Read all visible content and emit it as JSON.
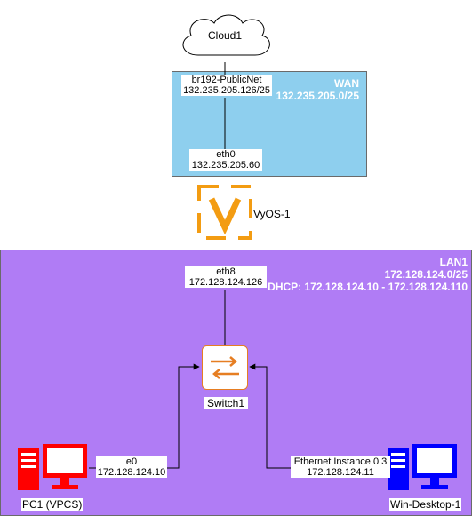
{
  "cloud": {
    "label": "Cloud1"
  },
  "wan": {
    "title": "WAN",
    "subnet": "132.235.205.0/25"
  },
  "bridge": {
    "name": "br192-PublicNet",
    "ip": "132.235.205.126/25"
  },
  "router_wan_if": {
    "name": "eth0",
    "ip": "132.235.205.60"
  },
  "router": {
    "label": "VyOS-1",
    "color": "#f39c12"
  },
  "lan": {
    "title": "LAN1",
    "subnet": "172.128.124.0/25",
    "dhcp": "DHCP: 172.128.124.10 - 172.128.124.110",
    "color": "#b07cf5"
  },
  "router_lan_if": {
    "name": "eth8",
    "ip": "172.128.124.126"
  },
  "switch": {
    "label": "Switch1"
  },
  "pc1": {
    "label": "PC1 (VPCS)",
    "if_name": "e0",
    "if_ip": "172.128.124.10",
    "color": "#ff0000"
  },
  "win": {
    "label": "Win-Desktop-1",
    "if_name": "Ethernet Instance 0 3",
    "if_ip": "172.128.124.11",
    "color": "#0000ff"
  },
  "colors": {
    "wan_zone": "#8ecfee"
  }
}
